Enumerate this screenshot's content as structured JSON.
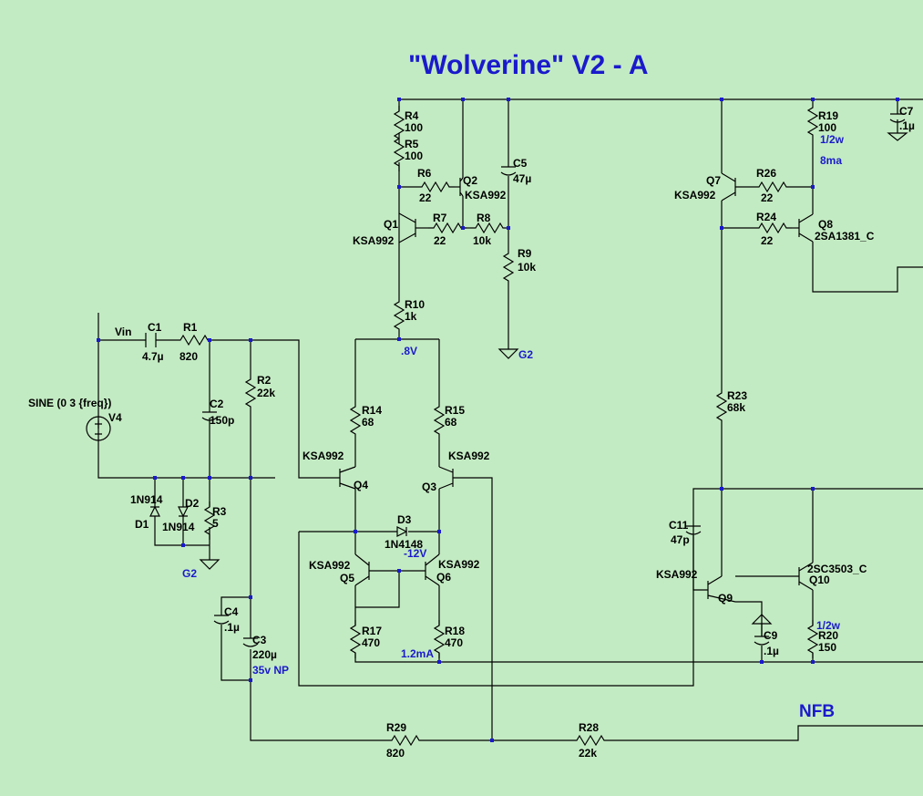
{
  "title": "\"Wolverine\" V2 - A",
  "colors": {
    "background": "#c3ebc3",
    "wire": "#000000",
    "annotation": "#1a1acc"
  },
  "labels": {
    "vin": "Vin",
    "source_model": "SINE (0 3 {freq})",
    "nfb": "NFB",
    "g2_a": "G2",
    "g2_b": "G2"
  },
  "components": {
    "V4": "V4",
    "C1": {
      "name": "C1",
      "value": "4.7µ"
    },
    "R1": {
      "name": "R1",
      "value": "820"
    },
    "C2": {
      "name": "C2",
      "value": "150p"
    },
    "R2": {
      "name": "R2",
      "value": "22k"
    },
    "R3": {
      "name": "R3",
      "value": "5"
    },
    "D1": {
      "name": "D1",
      "value": "1N914"
    },
    "D2": {
      "name": "D2",
      "value": "1N914"
    },
    "C4": {
      "name": "C4",
      "value": ".1µ"
    },
    "C3": {
      "name": "C3",
      "value": "220µ",
      "note": "35v NP"
    },
    "R4": {
      "name": "R4",
      "value": "100"
    },
    "R5": {
      "name": "R5",
      "value": "100"
    },
    "R6": {
      "name": "R6",
      "value": "22"
    },
    "R7": {
      "name": "R7",
      "value": "22"
    },
    "R8": {
      "name": "R8",
      "value": "10k"
    },
    "R9": {
      "name": "R9",
      "value": "10k"
    },
    "C5": {
      "name": "C5",
      "value": "47µ"
    },
    "R10": {
      "name": "R10",
      "value": "1k"
    },
    "Q1": {
      "name": "Q1",
      "model": "KSA992"
    },
    "Q2": {
      "name": "Q2",
      "model": "KSA992"
    },
    "R14": {
      "name": "R14",
      "value": "68"
    },
    "R15": {
      "name": "R15",
      "value": "68"
    },
    "Q3": {
      "name": "Q3",
      "model": "KSA992"
    },
    "Q4": {
      "name": "Q4",
      "model": "KSA992"
    },
    "D3": {
      "name": "D3",
      "value": "1N4148"
    },
    "Q5": {
      "name": "Q5",
      "model": "KSA992"
    },
    "Q6": {
      "name": "Q6",
      "model": "KSA992"
    },
    "R17": {
      "name": "R17",
      "value": "470"
    },
    "R18": {
      "name": "R18",
      "value": "470"
    },
    "R29": {
      "name": "R29",
      "value": "820"
    },
    "R28": {
      "name": "R28",
      "value": "22k"
    },
    "Q7": {
      "name": "Q7",
      "model": "KSA992"
    },
    "R26": {
      "name": "R26",
      "value": "22"
    },
    "R24": {
      "name": "R24",
      "value": "22"
    },
    "R19": {
      "name": "R19",
      "value": "100",
      "note": "1/2w"
    },
    "C7": {
      "name": "C7",
      "value": ".1µ"
    },
    "Q8": {
      "name": "Q8",
      "model": "2SA1381_C"
    },
    "R23": {
      "name": "R23",
      "value": "68k"
    },
    "C11": {
      "name": "C11",
      "value": "47p"
    },
    "Q9": {
      "name": "Q9",
      "model": "KSA992"
    },
    "Q10": {
      "name": "Q10",
      "model": "2SC3503_C"
    },
    "C9": {
      "name": "C9",
      "value": ".1µ"
    },
    "R20": {
      "name": "R20",
      "value": "150",
      "note": "1/2w"
    }
  },
  "annotations": {
    "v_8": ".8V",
    "v_neg12": "-12V",
    "i_1_2ma": "1.2mA",
    "i_8ma": "8ma"
  }
}
